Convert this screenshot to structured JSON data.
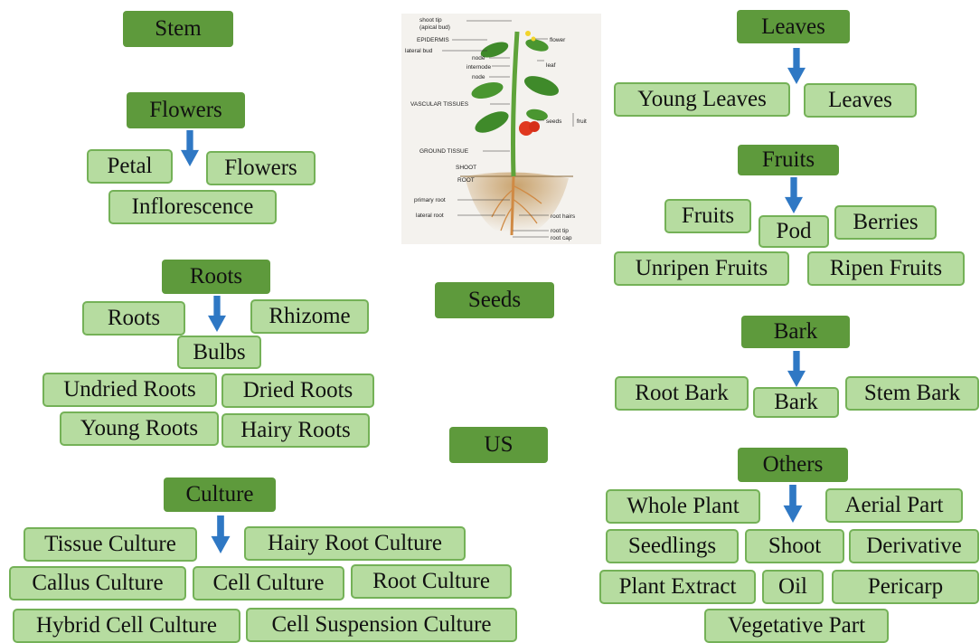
{
  "colors": {
    "header_fill": "#5e9a3c",
    "box_fill": "#b6dca0",
    "box_border": "#74b157",
    "arrow": "#2f78c4"
  },
  "stem": {
    "title": "Stem"
  },
  "flowers": {
    "title": "Flowers",
    "items": [
      "Petal",
      "Flowers",
      "Inflorescence"
    ]
  },
  "roots": {
    "title": "Roots",
    "items": [
      "Roots",
      "Rhizome",
      "Bulbs",
      "Undried Roots",
      "Dried Roots",
      "Young Roots",
      "Hairy Roots"
    ]
  },
  "culture": {
    "title": "Culture",
    "items": [
      "Tissue Culture",
      "Hairy Root Culture",
      "Callus Culture",
      "Cell Culture",
      "Root Culture",
      "Hybrid Cell Culture",
      "Cell Suspension Culture"
    ]
  },
  "seeds": {
    "title": "Seeds"
  },
  "us": {
    "title": "US"
  },
  "leaves": {
    "title": "Leaves",
    "items": [
      "Young Leaves",
      "Leaves"
    ]
  },
  "fruits": {
    "title": "Fruits",
    "items": [
      "Fruits",
      "Pod",
      "Berries",
      "Unripen Fruits",
      "Ripen Fruits"
    ]
  },
  "bark": {
    "title": "Bark",
    "items": [
      "Root Bark",
      "Bark",
      "Stem Bark"
    ]
  },
  "others": {
    "title": "Others",
    "items": [
      "Whole Plant",
      "Aerial Part",
      "Seedlings",
      "Shoot",
      "Derivative",
      "Plant Extract",
      "Oil",
      "Pericarp",
      "Vegetative Part"
    ]
  },
  "plant_labels": {
    "shoot_tip": "shoot tip",
    "apical_bud": "(apical bud)",
    "epidermis": "EPIDERMIS",
    "lateral_bud": "lateral bud",
    "node1": "node",
    "internode": "internode",
    "node2": "node",
    "vascular": "VASCULAR TISSUES",
    "ground": "GROUND TISSUE",
    "shoot": "SHOOT",
    "root": "ROOT",
    "primary_root": "primary root",
    "lateral_root": "lateral root",
    "flower": "flower",
    "leaf": "leaf",
    "seeds": "seeds",
    "fruit": "fruit",
    "root_hairs": "root hairs",
    "root_tip": "root tip",
    "root_cap": "root cap"
  }
}
